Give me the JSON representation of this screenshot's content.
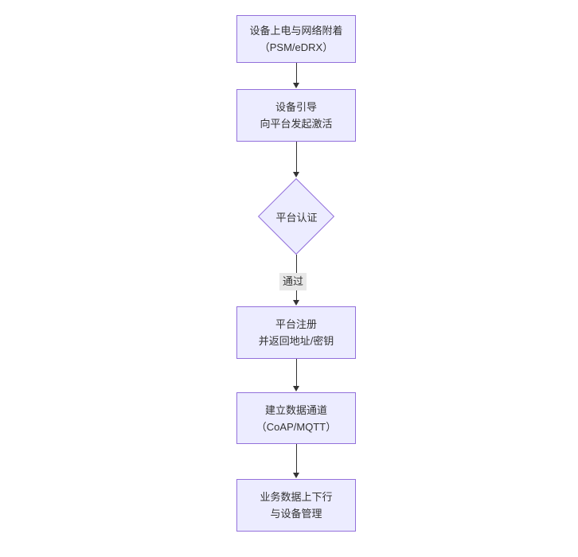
{
  "diagram": {
    "type": "flowchart",
    "direction": "top-down",
    "colors": {
      "background": "#ffffff",
      "node_fill": "#ECECFF",
      "node_border": "#9370DB",
      "text": "#333333",
      "arrow": "#333333",
      "edge_label_bg": "#e8e8e8"
    },
    "nodes": [
      {
        "id": "A",
        "shape": "rect",
        "lines": [
          "设备上电与网络附着",
          "（PSM/eDRX）"
        ]
      },
      {
        "id": "B",
        "shape": "rect",
        "lines": [
          "设备引导",
          "向平台发起激活"
        ]
      },
      {
        "id": "C",
        "shape": "diamond",
        "lines": [
          "平台认证"
        ]
      },
      {
        "id": "D",
        "shape": "rect",
        "lines": [
          "平台注册",
          "并返回地址/密钥"
        ]
      },
      {
        "id": "E",
        "shape": "rect",
        "lines": [
          "建立数据通道",
          "（CoAP/MQTT）"
        ]
      },
      {
        "id": "F",
        "shape": "rect",
        "lines": [
          "业务数据上下行",
          "与设备管理"
        ]
      }
    ],
    "edges": [
      {
        "from": "A",
        "to": "B",
        "label": ""
      },
      {
        "from": "B",
        "to": "C",
        "label": ""
      },
      {
        "from": "C",
        "to": "D",
        "label": "通过"
      },
      {
        "from": "D",
        "to": "E",
        "label": ""
      },
      {
        "from": "E",
        "to": "F",
        "label": ""
      }
    ]
  }
}
